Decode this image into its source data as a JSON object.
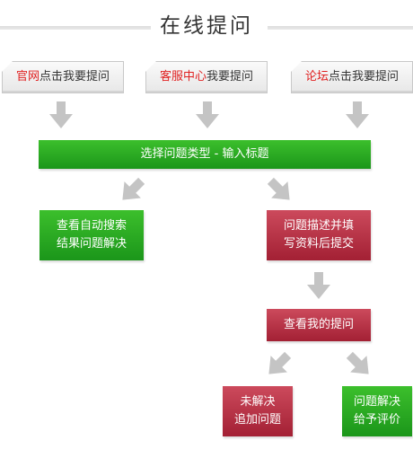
{
  "title": "在线提问",
  "entries": [
    {
      "highlight": "官网",
      "rest": "点击我要提问"
    },
    {
      "highlight": "客服中心",
      "rest": "我要提问"
    },
    {
      "highlight": "论坛",
      "rest": "点击我要提问"
    }
  ],
  "steps": {
    "select_type": "选择问题类型 - 输入标题",
    "auto_search": [
      "查看自动搜索",
      "结果问题解决"
    ],
    "describe": [
      "问题描述并填",
      "写资料后提交"
    ],
    "view_mine": "查看我的提问",
    "unresolved": [
      "未解决",
      "追加问题"
    ],
    "resolved": [
      "问题解决",
      "给予评价"
    ]
  },
  "colors": {
    "green": "#1f9e1c",
    "red": "#b22d40",
    "highlight": "#e02020",
    "arrow": "#c8c8c8"
  },
  "icons": {
    "arrow": "gray-arrow-icon"
  }
}
